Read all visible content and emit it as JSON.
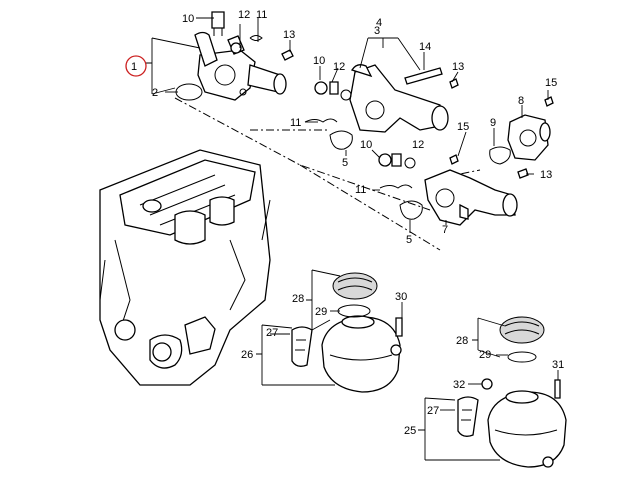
{
  "labels": {
    "p1": "1",
    "p2": "2",
    "p3": "3",
    "p4": "4",
    "p5a": "5",
    "p5b": "5",
    "p7": "7",
    "p8": "8",
    "p9": "9",
    "p10a": "10",
    "p10b": "10",
    "p10c": "10",
    "p11a": "11",
    "p11b": "11",
    "p11c": "11",
    "p12a": "12",
    "p12b": "12",
    "p12c": "12",
    "p13a": "13",
    "p13b": "13",
    "p13c": "13",
    "p14": "14",
    "p15a": "15",
    "p15b": "15",
    "p25": "25",
    "p26": "26",
    "p27a": "27",
    "p27b": "27",
    "p28a": "28",
    "p28b": "28",
    "p29a": "29",
    "p29b": "29",
    "p30": "30",
    "p31": "31",
    "p32": "32"
  },
  "colors": {
    "circle_marker": "#cc2222",
    "line": "#000000"
  }
}
